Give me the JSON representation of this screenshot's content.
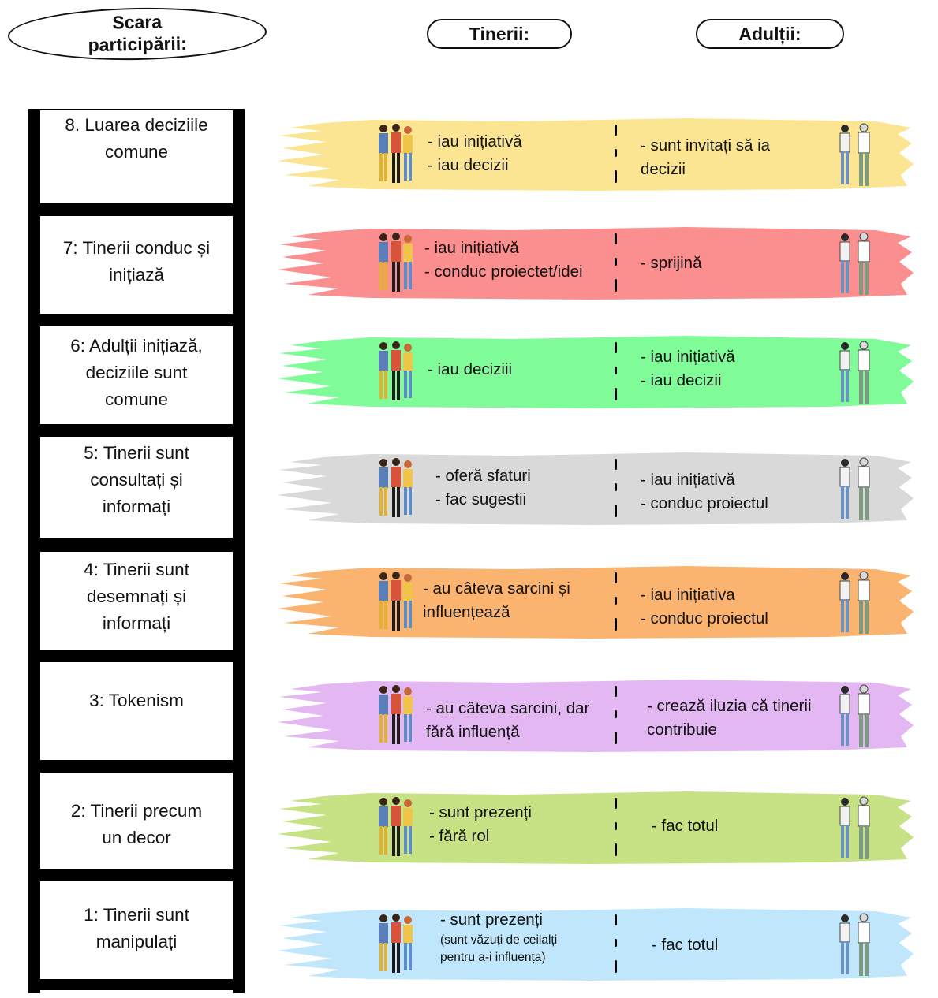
{
  "header": {
    "scale_label": [
      "Scara",
      "participării:"
    ],
    "youth_label": "Tinerii:",
    "adults_label": "Adulții:"
  },
  "colors": {
    "ladder": "#000000",
    "level8": "#fbe592",
    "level7": "#fb8f8f",
    "level6": "#7ffb98",
    "level5": "#d9d9d9",
    "level4": "#fbb46f",
    "level3": "#e3b7f1",
    "level2": "#c6e284",
    "level1": "#bfe6fb"
  },
  "levels": [
    {
      "title": [
        "8.  Luarea deciziile",
        "comune"
      ],
      "youth": [
        "- iau inițiativă",
        "- iau decizii"
      ],
      "adults": [
        "- sunt invitați să ia",
        "  decizii"
      ]
    },
    {
      "title": [
        "7: Tinerii conduc și",
        "inițiază"
      ],
      "youth": [
        "- iau inițiativă",
        "- conduc proiectet/idei"
      ],
      "adults": [
        "- sprijină"
      ]
    },
    {
      "title": [
        "6: Adulții inițiază,",
        "deciziile sunt",
        "comune"
      ],
      "youth": [
        "- iau deciziii"
      ],
      "adults": [
        "- iau inițiativă",
        "- iau decizii"
      ]
    },
    {
      "title": [
        "5: Tinerii sunt",
        "consultați și",
        "informați"
      ],
      "youth": [
        "- oferă sfaturi",
        "- fac sugestii"
      ],
      "adults": [
        "- iau inițiativă",
        "- conduc proiectul"
      ]
    },
    {
      "title": [
        "4: Tinerii sunt",
        "desemnați și",
        "informați"
      ],
      "youth": [
        "- au câteva sarcini și",
        "  influențează"
      ],
      "adults": [
        "- iau inițiativa",
        "- conduc proiectul"
      ]
    },
    {
      "title": [
        "3: Tokenism"
      ],
      "youth": [
        "- au câteva sarcini, dar",
        "  fără influență"
      ],
      "adults": [
        "- crează iluzia că tinerii",
        "  contribuie"
      ]
    },
    {
      "title": [
        "2: Tinerii precum",
        "un decor"
      ],
      "youth": [
        "- sunt prezenți",
        "- fără rol"
      ],
      "adults": [
        "- fac totul"
      ]
    },
    {
      "title": [
        "1: Tinerii sunt",
        "manipulați"
      ],
      "youth": [
        "- sunt prezenți"
      ],
      "youth_note": [
        "(sunt văzuți de ceilalți",
        "pentru a-i influența)"
      ],
      "adults": [
        "- fac totul"
      ]
    }
  ]
}
